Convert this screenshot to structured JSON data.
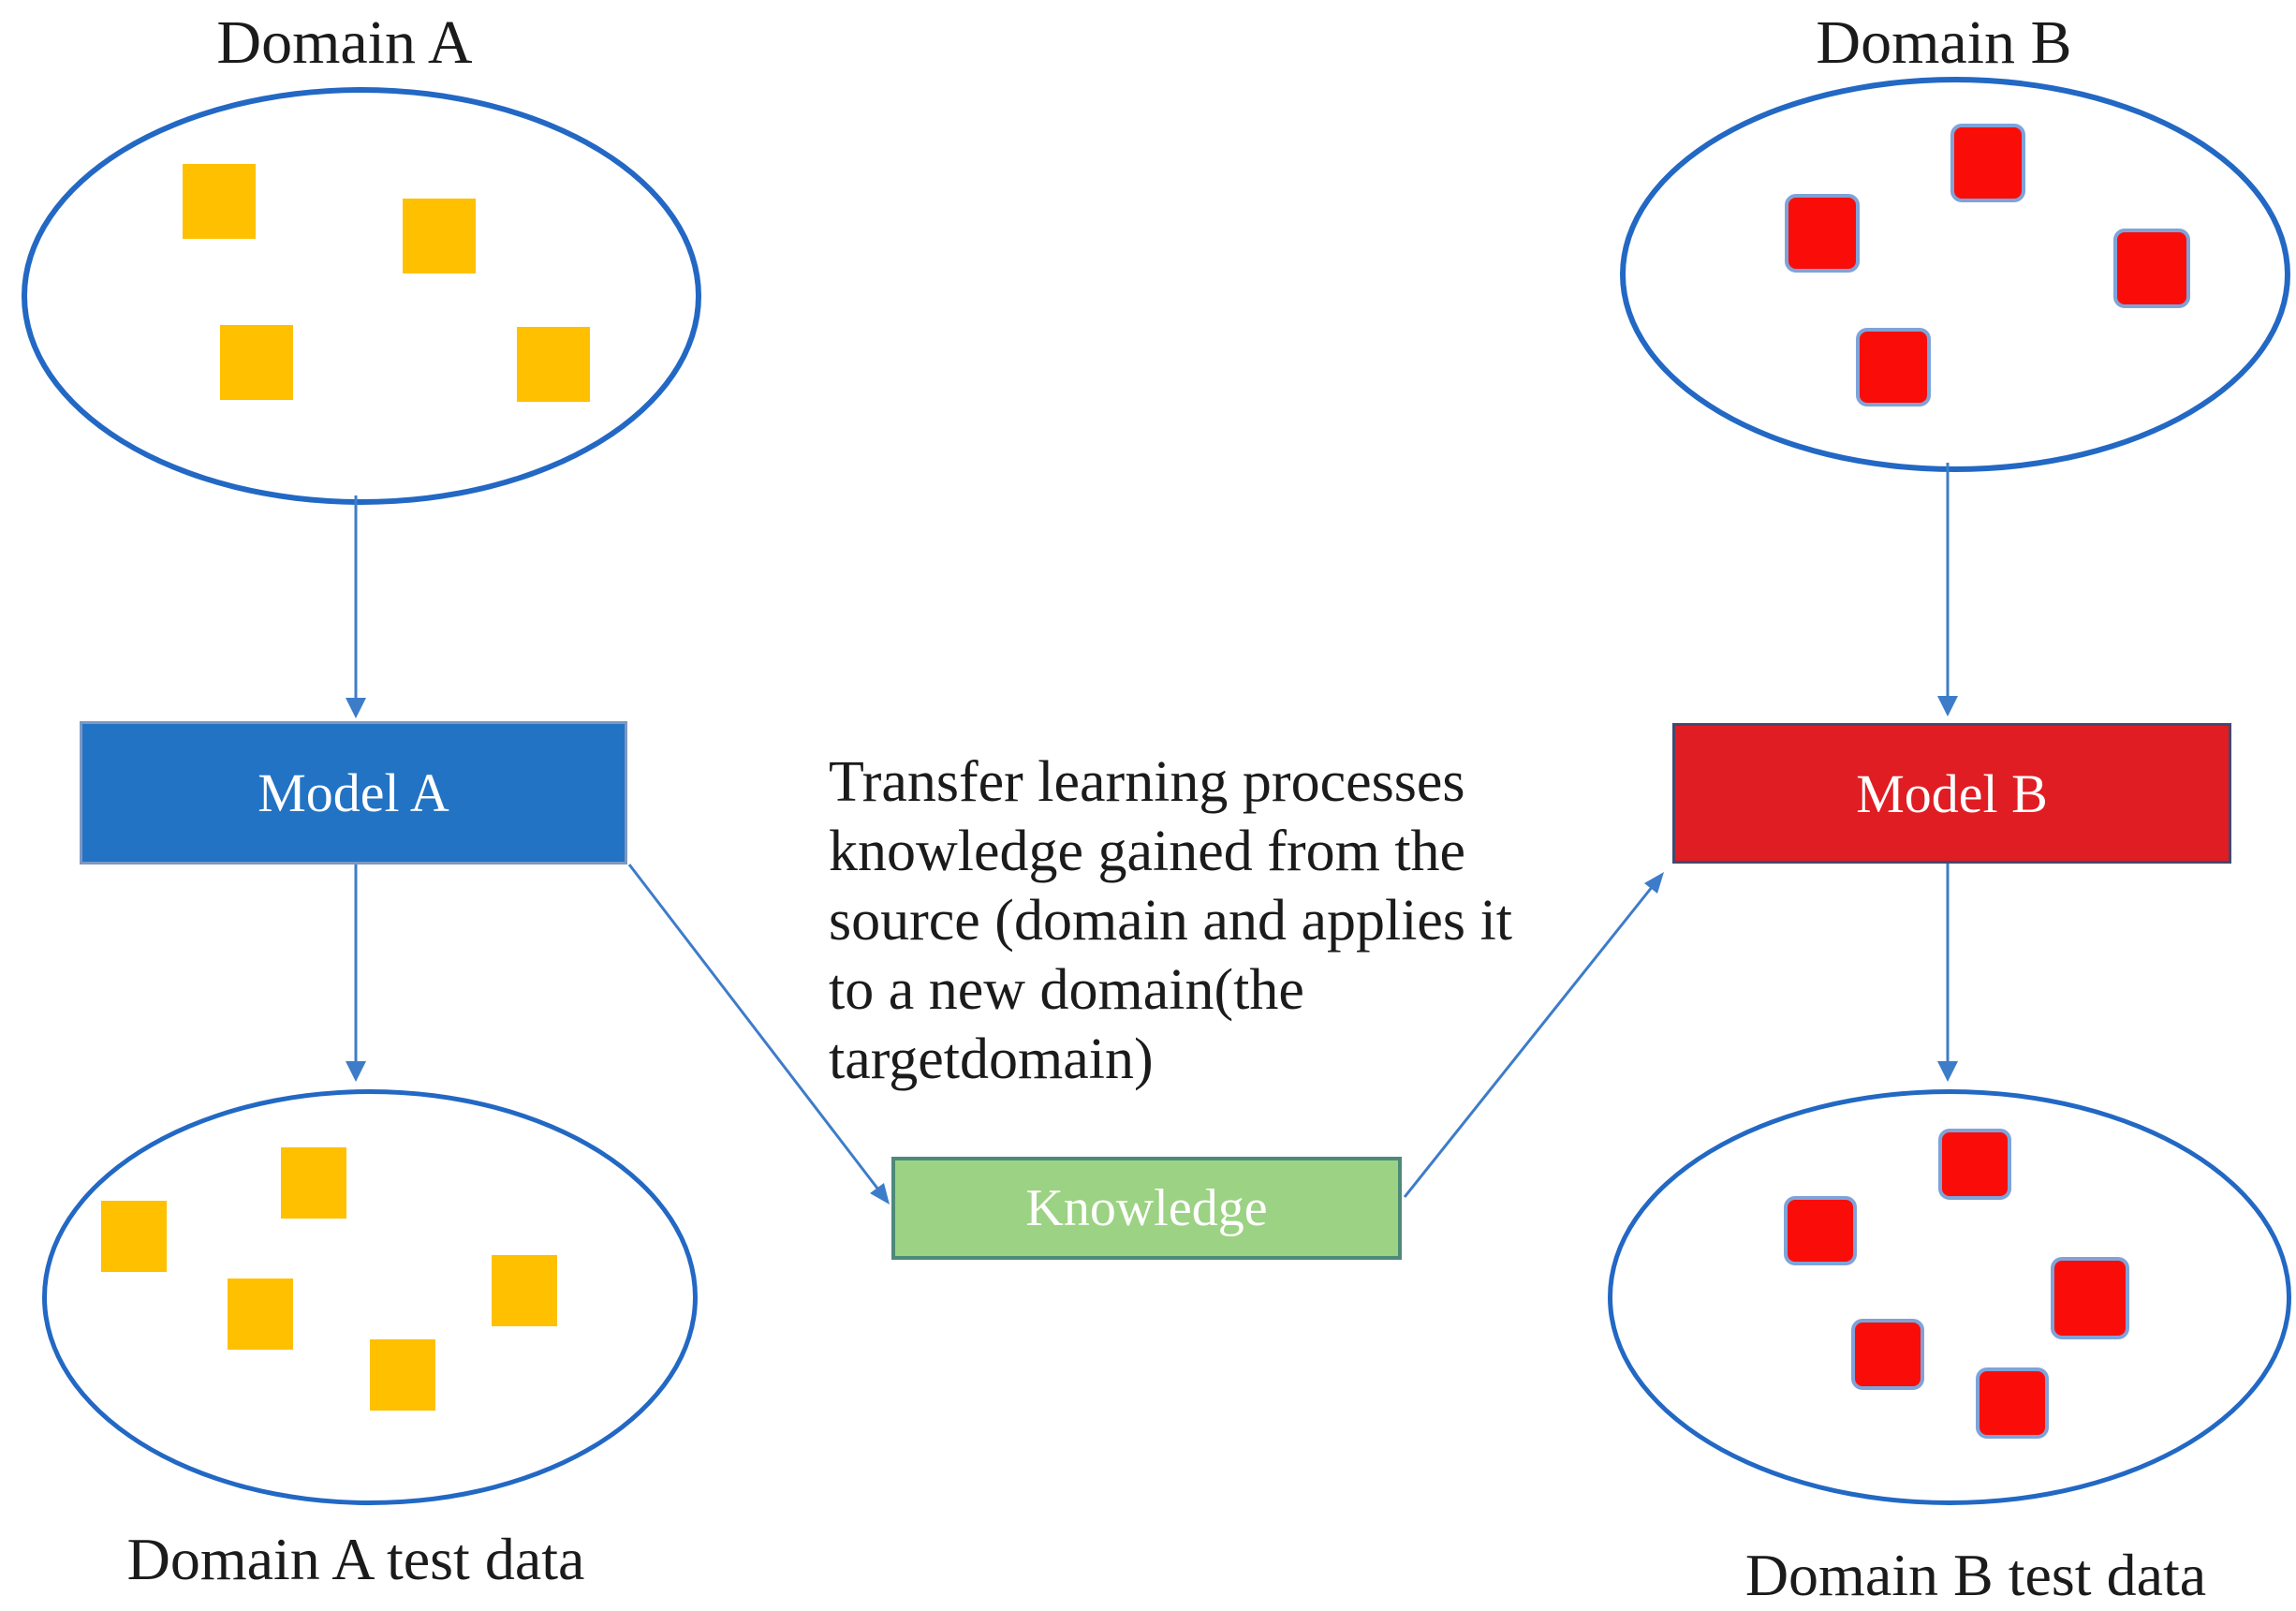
{
  "diagram": {
    "source_domain": {
      "title": "Domain A",
      "sample_count": 4,
      "sample_color_name": "yellow-square"
    },
    "target_domain": {
      "title": "Domain B",
      "sample_count": 4,
      "sample_color_name": "red-rounded-square"
    },
    "model_a": {
      "label": "Model A"
    },
    "model_b": {
      "label": "Model B"
    },
    "knowledge": {
      "label": "Knowledge"
    },
    "annotation": {
      "lines": [
        "Transfer learning processes",
        "knowledge gained from the",
        "source (domain and applies it",
        "to a new domain(the",
        "targetdomain)"
      ]
    },
    "source_test": {
      "label": "Domain A test data",
      "sample_count": 5
    },
    "target_test": {
      "label": "Domain B test data",
      "sample_count": 5
    },
    "arrows": [
      {
        "from": "Domain A",
        "to": "Model A"
      },
      {
        "from": "Model A",
        "to": "Domain A test data"
      },
      {
        "from": "Domain B",
        "to": "Model B"
      },
      {
        "from": "Model B",
        "to": "Domain B test data"
      },
      {
        "from": "Model A",
        "to": "Knowledge"
      },
      {
        "from": "Knowledge",
        "to": "Model B"
      }
    ]
  },
  "colors": {
    "background": "#FFFFFF",
    "text": "#1B1B1B",
    "ellipse_border": "#2268C4",
    "domain_a_fill": "#FFC000",
    "domain_b_fill": "#FA0D09",
    "red_square_border": "#7FA3D9",
    "model_a_fill": "#2273C4",
    "model_a_border": "#7D97C0",
    "model_b_fill": "#E01D23",
    "model_b_border": "#44486E",
    "knowledge_fill": "#9CD283",
    "knowledge_border": "#4D8A78",
    "arrow": "#3D7CC9"
  }
}
